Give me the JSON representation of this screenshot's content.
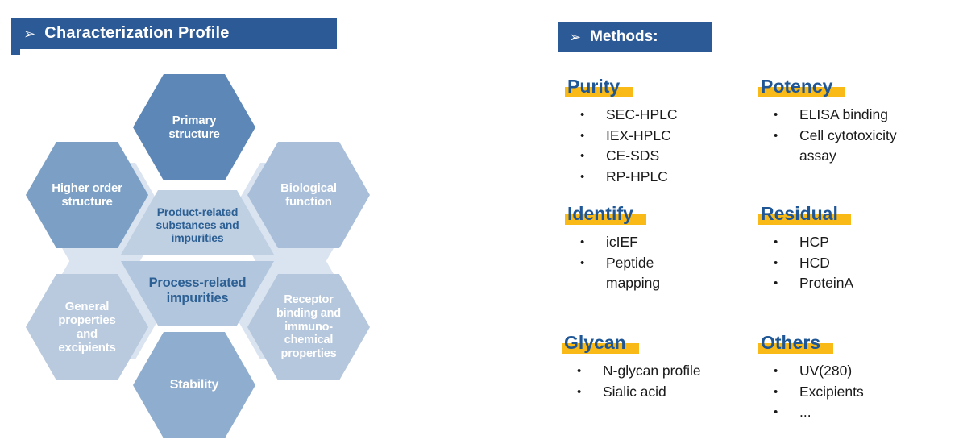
{
  "title_bar": {
    "arrow": "➢",
    "title": "Characterization Profile"
  },
  "methods_bar": {
    "arrow": "➢",
    "title": "Methods:"
  },
  "colors": {
    "bar_blue": "#2C5A96",
    "heading_blue": "#1F5796",
    "highlight_yellow": "#F9B917",
    "hex_primary": "#5D87B7",
    "hex_higher": "#7CA0C5",
    "hex_biological": "#A9BED9",
    "hex_general": "#B9CADF",
    "hex_receptor": "#B5C7DC",
    "hex_stability": "#8FADCE",
    "hex_pale": "#DAE3F0",
    "hex_center_top": "#BFD0E3",
    "hex_center_bottom": "#B2C7DD",
    "center_text_blue": "#2C5F93"
  },
  "diagram": {
    "hexagons": {
      "primary": "Primary\nstructure",
      "higher": "Higher order\nstructure",
      "biological": "Biological\nfunction",
      "general": "General\nproperties\nand\nexcipients",
      "receptor": "Receptor\nbinding and\nimmuno-\nchemical\nproperties",
      "stability": "Stability",
      "center_top": "Product-related\nsubstances and\nimpurities",
      "center_bottom": "Process-related\nimpurities"
    }
  },
  "methods": {
    "purity": {
      "name": "Purity",
      "items": [
        "SEC-HPLC",
        "IEX-HPLC",
        "CE-SDS",
        "RP-HPLC"
      ]
    },
    "potency": {
      "name": "Potency",
      "items": [
        "ELISA binding",
        "Cell cytotoxicity\nassay"
      ]
    },
    "identify": {
      "name": "Identify",
      "items": [
        "icIEF",
        "Peptide\nmapping"
      ]
    },
    "residual": {
      "name": "Residual",
      "items": [
        "HCP",
        "HCD",
        "ProteinA"
      ]
    },
    "glycan": {
      "name": "Glycan",
      "items": [
        "N-glycan profile",
        "Sialic acid"
      ]
    },
    "others": {
      "name": "Others",
      "items": [
        "UV(280)",
        "Excipients",
        "..."
      ]
    }
  }
}
